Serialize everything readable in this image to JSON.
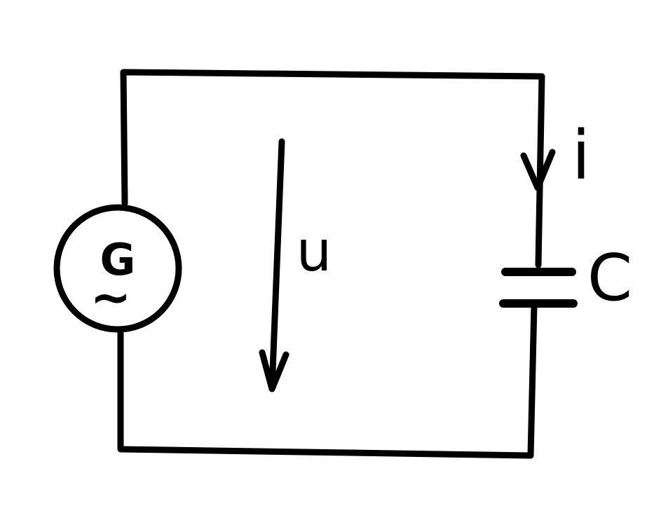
{
  "diagram": {
    "generator": {
      "symbol": "G",
      "ac_mark": "~"
    },
    "voltage_label": "u",
    "current_label": "i",
    "capacitor_label": "C"
  }
}
